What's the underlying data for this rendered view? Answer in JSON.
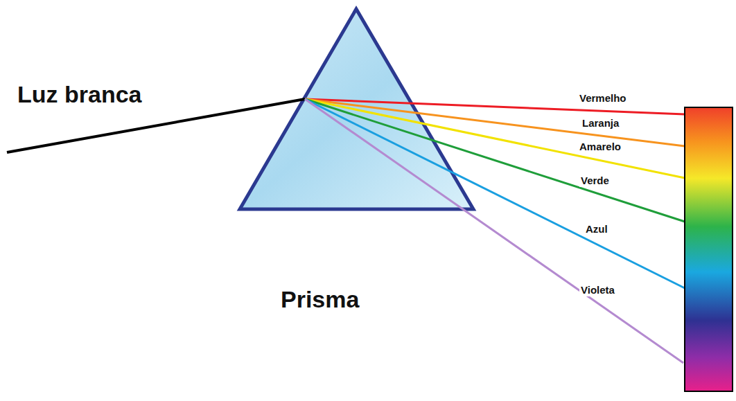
{
  "diagram": {
    "labels": [
      "Luz branca",
      "Vermelho",
      "Laranja",
      "Amarelo",
      "Verde",
      "Azul",
      "Violeta",
      "Prisma"
    ]
  }
}
